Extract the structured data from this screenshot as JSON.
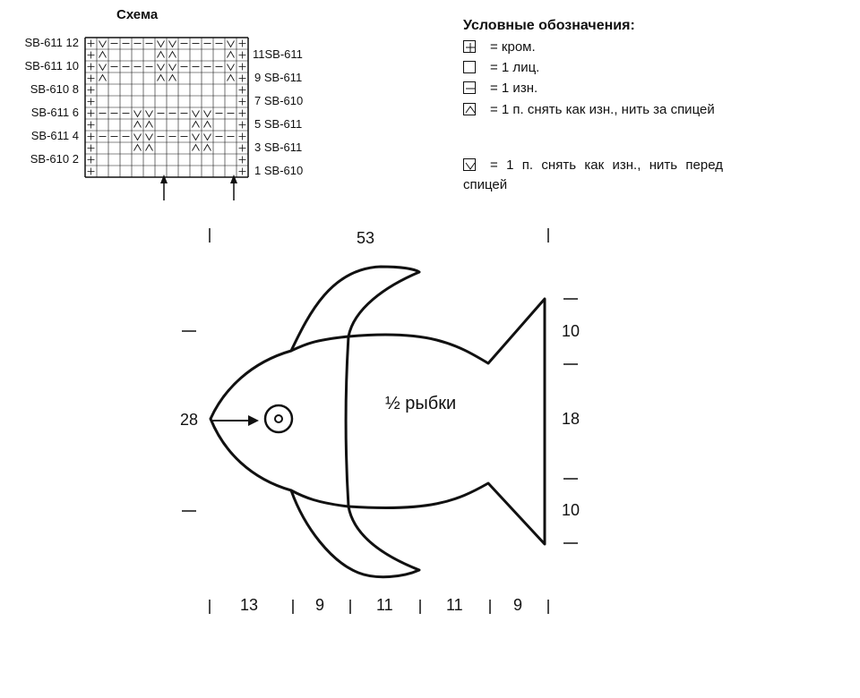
{
  "chart_title": "Схема",
  "left_rows": [
    {
      "code": "SB-611",
      "num": "12"
    },
    {
      "code": "SB-611",
      "num": "10"
    },
    {
      "code": "SB-610",
      "num": "8"
    },
    {
      "code": "SB-611",
      "num": "6"
    },
    {
      "code": "SB-611",
      "num": "4"
    },
    {
      "code": "SB-610",
      "num": "2"
    }
  ],
  "right_rows": [
    {
      "num": "11",
      "code": "SB-611"
    },
    {
      "num": "9",
      "code": "SB-611"
    },
    {
      "num": "7",
      "code": "SB-610"
    },
    {
      "num": "5",
      "code": "SB-611"
    },
    {
      "num": "3",
      "code": "SB-611"
    },
    {
      "num": "1",
      "code": "SB-610"
    }
  ],
  "legend": {
    "title": "Условные обозначения:",
    "items": [
      {
        "symbol": "edge-stitch-icon",
        "text": "= кром."
      },
      {
        "symbol": "knit-icon",
        "text": "= 1 лиц."
      },
      {
        "symbol": "purl-icon",
        "text": "= 1 изн."
      },
      {
        "symbol": "slip-yarn-back-icon",
        "text": "= 1 п. снять как изн., нить за спицей"
      },
      {
        "symbol": "slip-yarn-front-icon",
        "text": "= 1 п. снять как изн., нить перед спицей"
      }
    ]
  },
  "shape": {
    "center_label": "½ рыбки",
    "top_width": "53",
    "left_height": "28",
    "right_heights": [
      "10",
      "18",
      "10"
    ],
    "bottom_widths": [
      "13",
      "9",
      "11",
      "11",
      "9"
    ]
  }
}
